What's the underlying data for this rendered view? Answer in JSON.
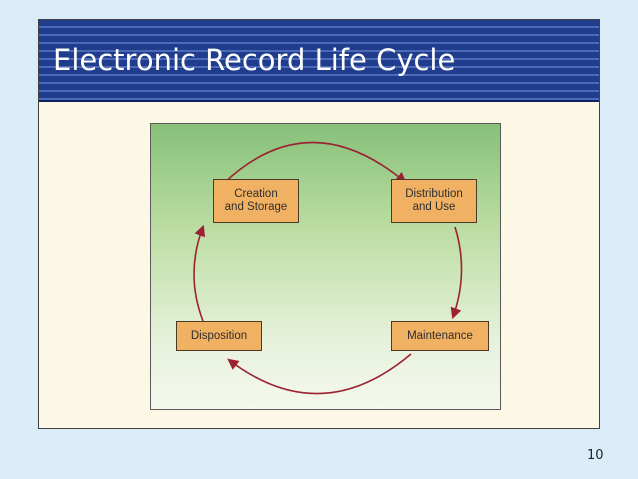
{
  "slide": {
    "title": "Electronic Record Life Cycle",
    "page_number": "10"
  },
  "diagram": {
    "stages": [
      {
        "id": "creation",
        "label": "Creation\nand Storage"
      },
      {
        "id": "distribution",
        "label": "Distribution\nand Use"
      },
      {
        "id": "maintenance",
        "label": "Maintenance"
      },
      {
        "id": "disposition",
        "label": "Disposition"
      }
    ],
    "flow": [
      "creation",
      "distribution",
      "maintenance",
      "disposition",
      "creation"
    ],
    "colors": {
      "box_fill": "#f1b163",
      "arrow": "#9b2230",
      "background_top": "#86c07a",
      "background_bottom": "#f4f8ee",
      "title_bar": "#1f3d8c"
    }
  }
}
